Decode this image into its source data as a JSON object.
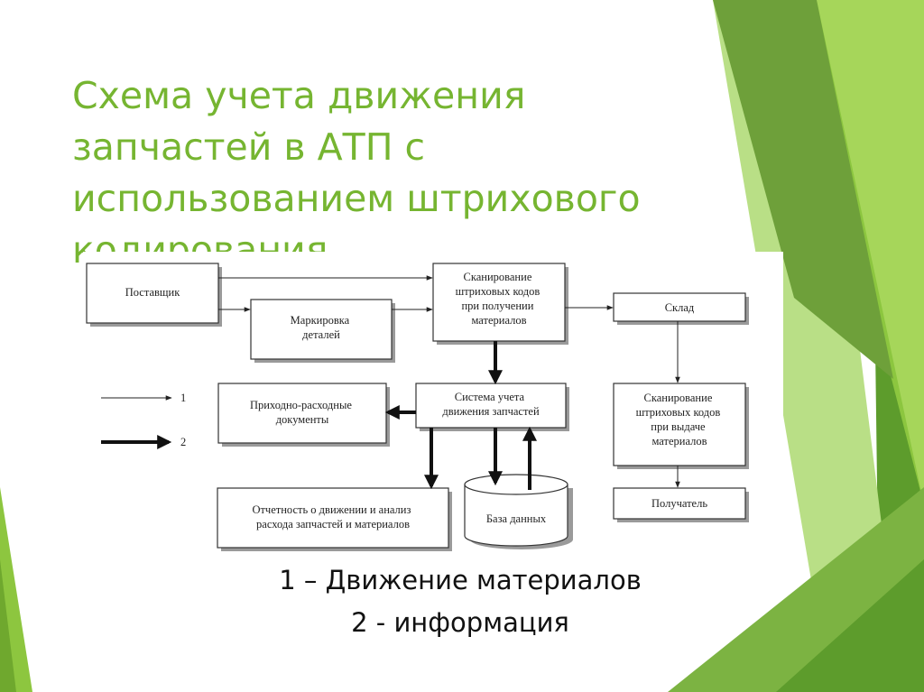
{
  "title_lines": [
    "Схема учета движения",
    "запчастей в АТП с",
    "использованием штрихового",
    "кодирования"
  ],
  "diagram": {
    "boxes": {
      "supplier": [
        "Поставщик"
      ],
      "marking": [
        "Маркировка",
        "деталей"
      ],
      "scan_receipt": [
        "Сканирование",
        "штриховых кодов",
        "при получении",
        "материалов"
      ],
      "warehouse": [
        "Склад"
      ],
      "docs": [
        "Приходно-расходные",
        "документы"
      ],
      "system": [
        "Система учета",
        "движения запчастей"
      ],
      "scan_issue": [
        "Сканирование",
        "штриховых кодов",
        "при выдаче",
        "материалов"
      ],
      "report": [
        "Отчетность о движении и анализ",
        "расхода запчастей и материалов"
      ],
      "database": [
        "База данных"
      ],
      "receiver": [
        "Получатель"
      ]
    },
    "legend_markers": [
      "1",
      "2"
    ]
  },
  "legend": [
    "1 – Движение материалов",
    "2 - информация"
  ],
  "colors": {
    "title": "#76b531",
    "accent_light": "#8dc63f",
    "accent_mid": "#6fa82e",
    "accent_dark": "#5a8f2b"
  }
}
